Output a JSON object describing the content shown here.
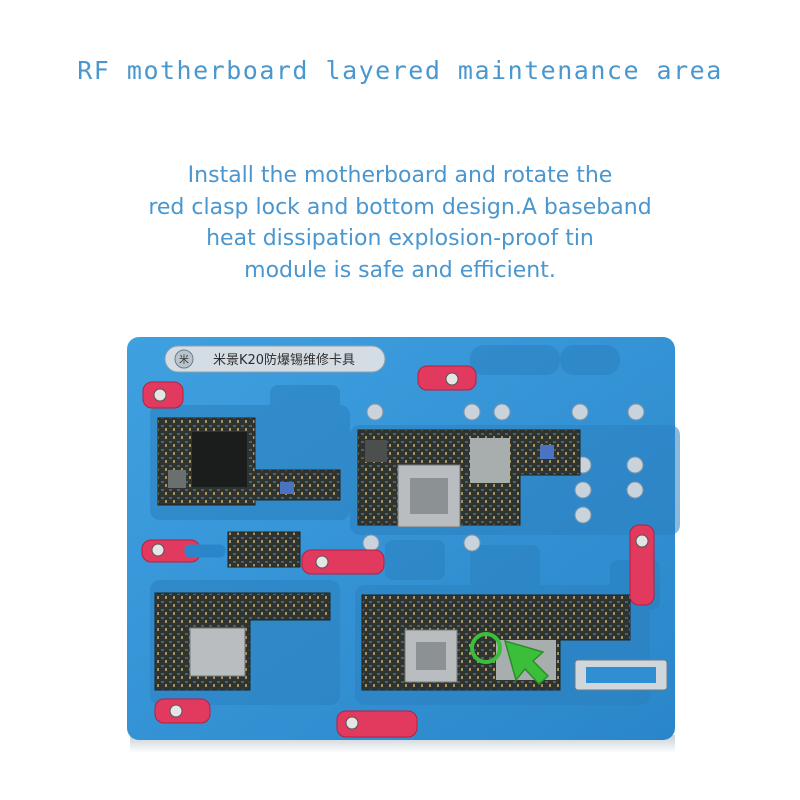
{
  "heading": "RF motherboard layered maintenance area",
  "description_lines": [
    "Install the motherboard and rotate the",
    "red clasp lock and bottom design.A baseband",
    "heat dissipation explosion-proof tin",
    "module is safe and efficient."
  ],
  "plate": {
    "label": "米景K20防爆锡维修卡具",
    "logo_text": "米"
  },
  "colors": {
    "text": "#4a97cf",
    "plate": "#2f8fd2",
    "clamp": "#e23a5f",
    "pcb": "#2d3432",
    "arrow": "#3bbf3b"
  }
}
